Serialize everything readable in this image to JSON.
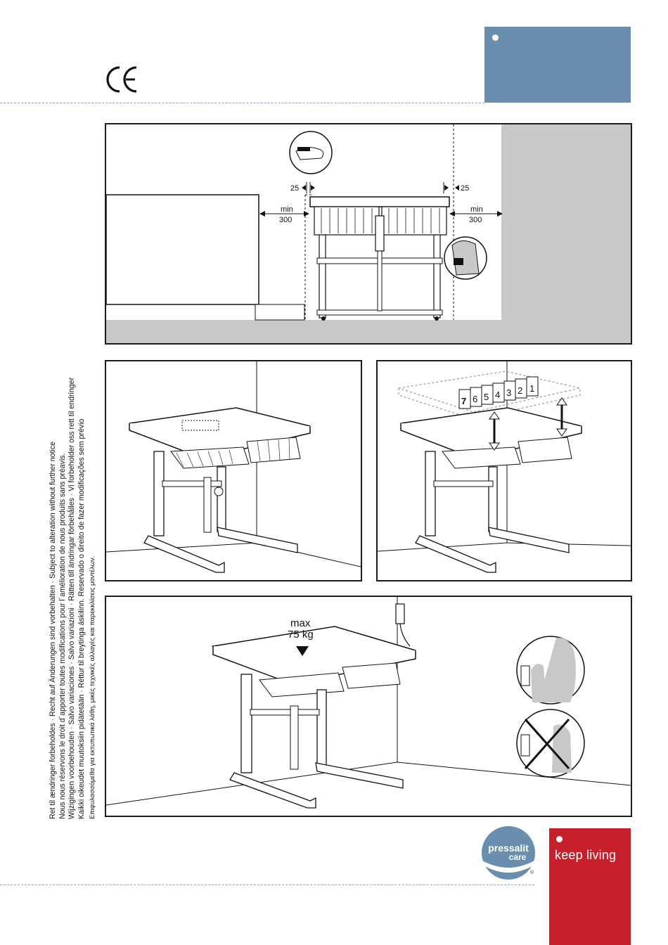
{
  "header": {
    "ce_mark": "CE",
    "tab_color": "#6a8fae"
  },
  "legal_notice": [
    "Ret til ændringer forbeholdes · Recht auf Änderungen sind vorbehalten · Subject to alteration without further notice",
    "Nous nous réservons le droit d´apporter toutes modifications pour l´amélioration de nous produits sans préavis.",
    "Wijzigingen voorbehouden · Salvo variaciones · Salvo variazioni · Rätten till ändringar förbehålles · Vi forbeholder oss rett til endringer",
    "Kaikki oikeudet muutoksiin pidätetään · Réttur til breytinga áskilinn. Reservado o direito de fazer modificações sem prévio",
    "Επιφυλασσόμεθα για εκτυπωτικά λάθη, μικές τεχνικές αλλαγές και παρεκκλίσεις μοντέλων."
  ],
  "diagram1": {
    "gap_left": "25",
    "gap_right": "25",
    "min_left_label": "min",
    "min_left_value": "300",
    "min_right_label": "min",
    "min_right_value": "300"
  },
  "diagram3": {
    "height_positions": [
      "7",
      "6",
      "5",
      "4",
      "3",
      "2",
      "1"
    ]
  },
  "diagram4": {
    "max_label": "max",
    "max_value": "75 kg"
  },
  "footer": {
    "logo_line1": "pressalit",
    "logo_line2": "care",
    "logo_reg": "®",
    "slogan": "keep living",
    "slogan_color": "#c8202b"
  }
}
